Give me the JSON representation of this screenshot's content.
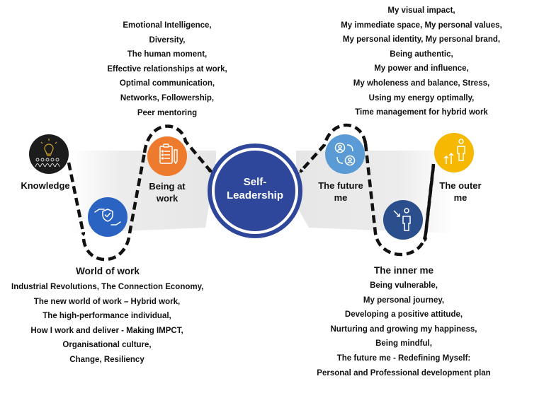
{
  "center": {
    "lines": [
      "Self-",
      "Leadership"
    ]
  },
  "nodes": {
    "knowledge": {
      "lines": [
        "Knowledge"
      ],
      "icon": "lightbulb-people-icon",
      "color": "#1c1c1c"
    },
    "world_of_work": {
      "heading": "World of work",
      "icon": "hands-shield-icon",
      "color": "#2b63c3"
    },
    "being_at_work": {
      "lines": [
        "Being at",
        "work"
      ],
      "icon": "checklist-icon",
      "color": "#ee7a2d"
    },
    "future_me": {
      "lines": [
        "The future",
        "me"
      ],
      "icon": "people-exchange-icon",
      "color": "#5b9bd5"
    },
    "inner_me": {
      "heading": "The inner me",
      "icon": "person-arrow-icon",
      "color": "#2b4e8c"
    },
    "outer_me": {
      "lines": [
        "The outer",
        "me"
      ],
      "icon": "growth-person-icon",
      "color": "#f6b800"
    }
  },
  "lists": {
    "being_at_work": [
      "Emotional Intelligence,",
      "Diversity,",
      "The human moment,",
      "Effective relationships at work,",
      "Optimal communication,",
      "Networks, Followership,",
      "Peer mentoring"
    ],
    "world_of_work": [
      "Industrial Revolutions, The Connection Economy,",
      "The new world of work – Hybrid work,",
      "The high-performance individual,",
      "How I work and deliver - Making IMPCT,",
      "Organisational culture,",
      "Change, Resiliency"
    ],
    "outer_me": [
      "My visual impact,",
      "My immediate space, My personal values,",
      "My personal identity, My personal brand,",
      "Being authentic,",
      "My power and influence,",
      "My wholeness and balance, Stress,",
      "Using my energy optimally,",
      "Time management for hybrid work"
    ],
    "inner_me": [
      "Being vulnerable,",
      "My personal journey,",
      "Developing a positive attitude,",
      "Nurturing and growing my happiness,",
      "Being mindful,",
      "The future me - Redefining Myself:",
      "Personal and Professional development plan"
    ]
  },
  "colors": {
    "center_fill": "#2e479b",
    "center_ring": "#2e479b",
    "band": "#eaeaea",
    "path": "#111111"
  }
}
